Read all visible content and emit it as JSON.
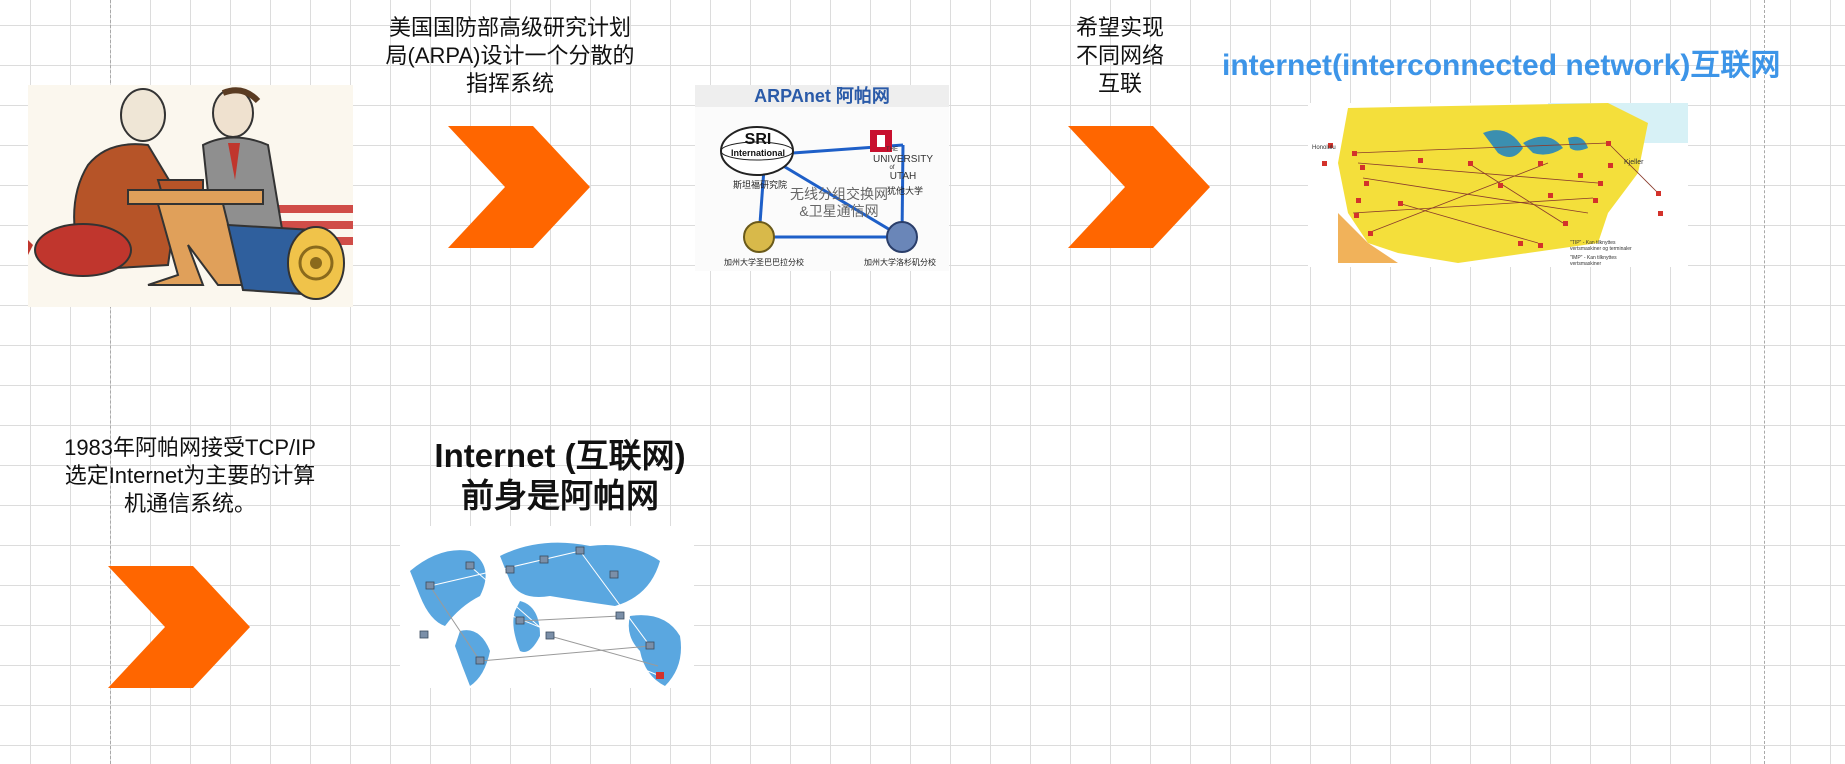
{
  "captions": {
    "arpa": "美国国防部高级研究计划\n局(ARPA)设计一个分散的\n指挥系统",
    "hope": "希望实现\n不同网络\n互联",
    "internet_title": "internet(interconnected network)互联网",
    "year1983": "1983年阿帕网接受TCP/IP\n选定Internet为主要的计算\n机通信系统。",
    "predecessor": "Internet (互联网)\n前身是阿帕网"
  },
  "arpanet_panel": {
    "title": "ARPAnet 阿帕网",
    "sri_line1": "SRI",
    "sri_line2": "International",
    "sri_caption": "斯坦福研究院",
    "utah_the": "THE",
    "utah_name": "UNIVERSITY",
    "utah_of": "of",
    "utah_utah": "UTAH",
    "utah_caption": "犹他大学",
    "center_line1": "无线分组交换网",
    "center_line2": "&卫星通信网",
    "ucsb_caption": "加州大学圣巴巴拉分校",
    "ucla_caption": "加州大学洛杉矶分校"
  },
  "us_map_panel": {
    "place_honolulu": "Honolulu",
    "place_kjeller": "Kjeller",
    "legend_tip": "\"TIP\" - Kan tilknyttes\nvertsmaskiner og terminaler",
    "legend_imp": "\"IMP\" - Kan tilknyttes\nvertsmaskiner"
  },
  "colors": {
    "arrow": "#ff6600",
    "title_blue": "#3d95e8",
    "map_yellow": "#f4df3b",
    "node_red": "#d3322b",
    "world_blue": "#5aa7e0"
  },
  "icons": [
    "cold-war-cartoon",
    "chevron-arrow-icon",
    "arpanet-diagram",
    "us-network-map",
    "world-network-map"
  ]
}
